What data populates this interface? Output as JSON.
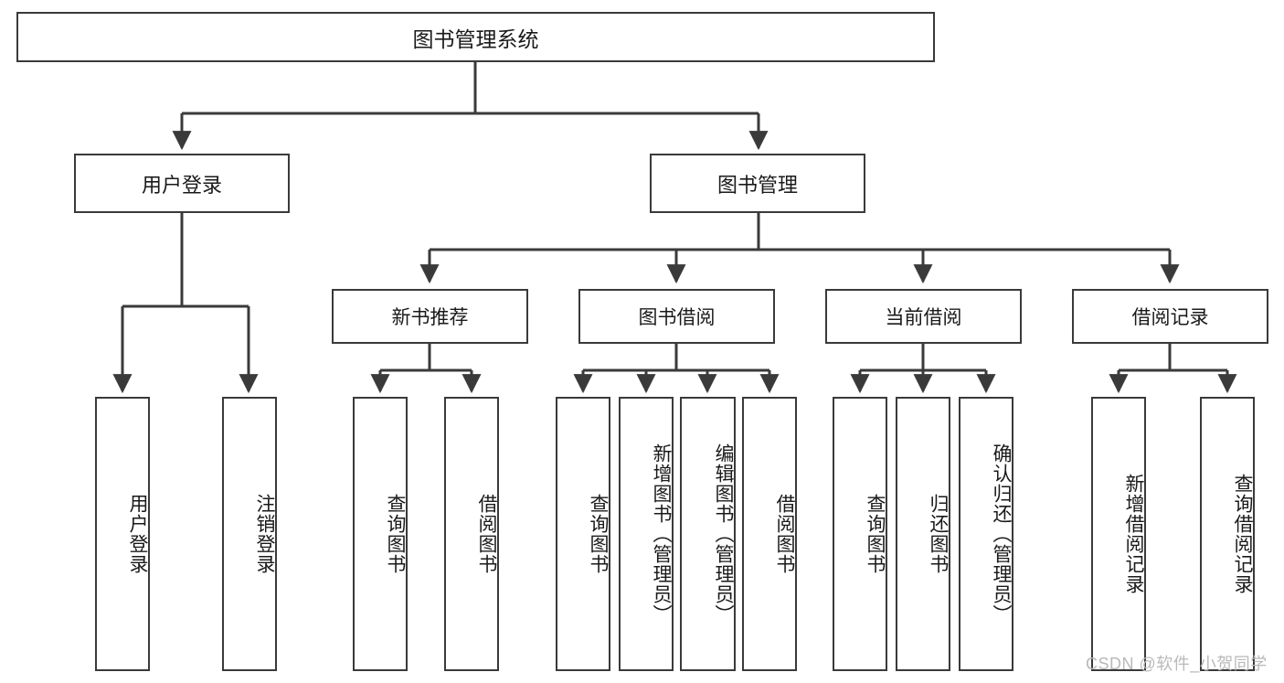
{
  "diagram": {
    "type": "hierarchy-tree",
    "title": "图书管理系统",
    "orientation": "top-down",
    "colors": {
      "box_border": "#3a3a3a",
      "box_fill": "#ffffff",
      "edge": "#3a3a3a",
      "text": "#1a1a1a",
      "watermark": "#b9b9b9",
      "background": "#ffffff"
    },
    "root": {
      "label": "图书管理系统"
    },
    "level2": [
      {
        "label": "用户登录"
      },
      {
        "label": "图书管理"
      }
    ],
    "level3": [
      {
        "label": "新书推荐"
      },
      {
        "label": "图书借阅"
      },
      {
        "label": "当前借阅"
      },
      {
        "label": "借阅记录"
      }
    ],
    "leaves": {
      "user_login": [
        {
          "label": "用户登录"
        },
        {
          "label": "注销登录"
        }
      ],
      "new_book_recommend": [
        {
          "label": "查询图书"
        },
        {
          "label": "借阅图书"
        }
      ],
      "book_borrow": [
        {
          "label": "查询图书"
        },
        {
          "label": "新增图书（管理员）"
        },
        {
          "label": "编辑图书（管理员）"
        },
        {
          "label": "借阅图书"
        }
      ],
      "current_borrow": [
        {
          "label": "查询图书"
        },
        {
          "label": "归还图书"
        },
        {
          "label": "确认归还（管理员）"
        }
      ],
      "borrow_record": [
        {
          "label": "新增借阅记录"
        },
        {
          "label": "查询借阅记录"
        }
      ]
    }
  },
  "watermark": {
    "text": "CSDN @软件_小贺同学"
  }
}
